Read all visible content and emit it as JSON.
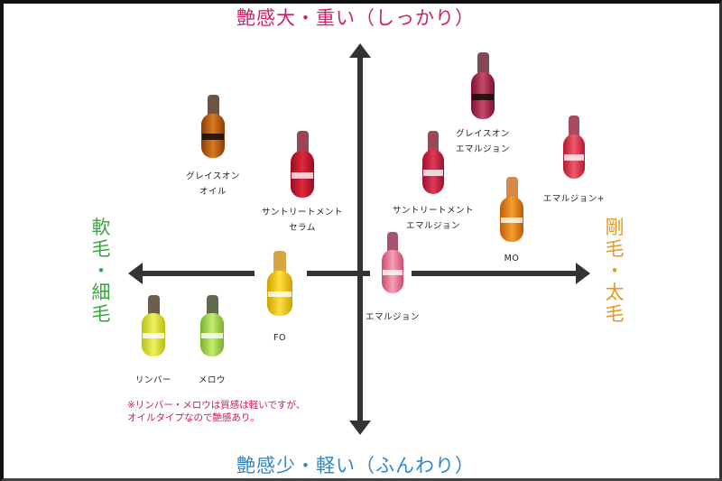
{
  "axes": {
    "top": "艶感大・重い（しっかり）",
    "bottom": "艶感少・軽い（ふんわり）",
    "left": "軟\n毛\n・\n細\n毛",
    "right": "剛\n毛\n・\n太\n毛"
  },
  "colors": {
    "top_label": "#d0206a",
    "bottom_label": "#2f86c8",
    "left_label": "#3aa540",
    "right_label": "#e39a20",
    "note": "#c81c52",
    "axis_lines": "#333333"
  },
  "products": [
    {
      "id": "grayson-oil",
      "name": "グレイスオン\nオイル",
      "bottle_color": "#c2661a"
    },
    {
      "id": "sun-treatment-serum",
      "name": "サントリートメント\nセラム",
      "bottle_color": "#c8102e"
    },
    {
      "id": "grayson-emulsion",
      "name": "グレイスオン\nエマルジョン",
      "bottle_color": "#b02040"
    },
    {
      "id": "sun-treatment-emulsion",
      "name": "サントリートメント\nエマルジョン",
      "bottle_color": "#c41a3c"
    },
    {
      "id": "emulsion-plus",
      "name": "エマルジョン+",
      "bottle_color": "#d42b48"
    },
    {
      "id": "mo",
      "name": "MO",
      "bottle_color": "#e07a10"
    },
    {
      "id": "emulsion",
      "name": "エマルジョン",
      "bottle_color": "#e06a86"
    },
    {
      "id": "fo",
      "name": "FO",
      "bottle_color": "#e8b400"
    },
    {
      "id": "limber",
      "name": "リンバー",
      "bottle_color": "#c8d41a"
    },
    {
      "id": "mellow",
      "name": "メロウ",
      "bottle_color": "#8cc43a"
    }
  ],
  "note": "※リンバー・メロウは質感は軽いですが、\nオイルタイプなので艶感あり。"
}
